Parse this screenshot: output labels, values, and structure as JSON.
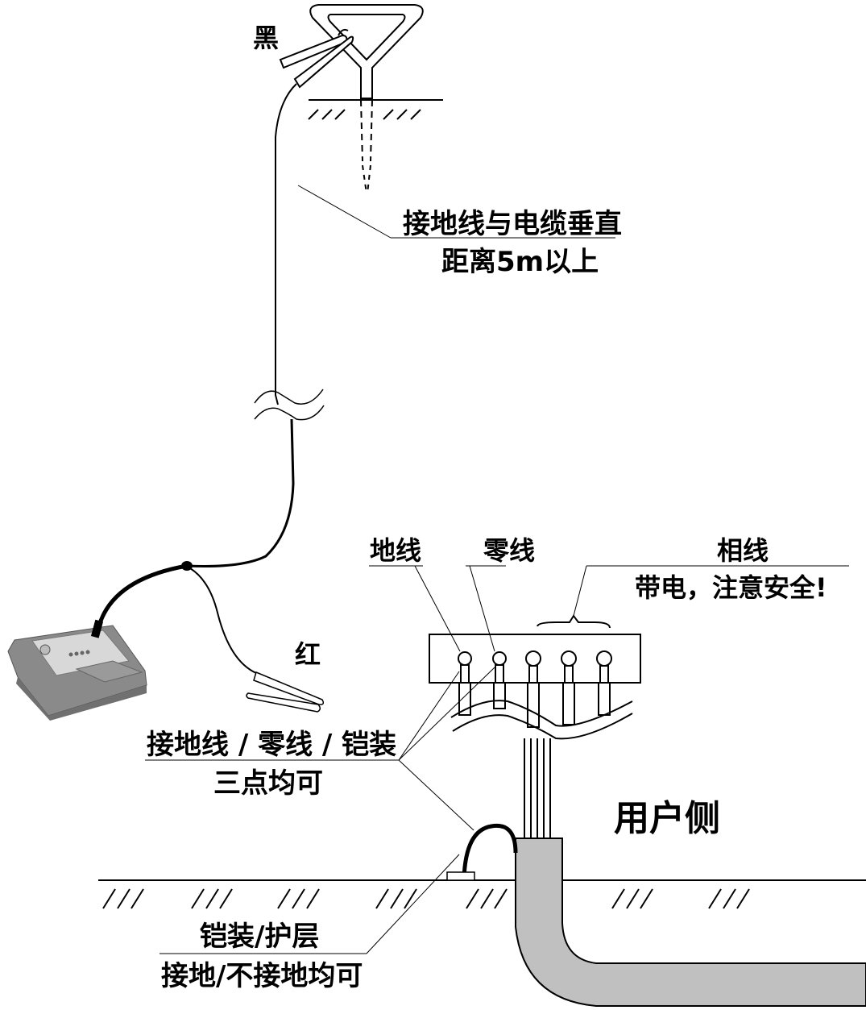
{
  "labels": {
    "black_clip": "黑",
    "red_clip": "红",
    "stake_note_line1": "接地线与电缆垂直",
    "stake_note_line2": "距离5m以上",
    "ground_wire": "地线",
    "neutral_wire": "零线",
    "phase_wire": "相线",
    "phase_warning": "带电，注意安全!",
    "clip_points_line1": "接地线 / 零线 / 铠装",
    "clip_points_line2": "三点均可",
    "user_side": "用户侧",
    "armor_line1": "铠装/护层",
    "armor_line2": "接地/不接地均可"
  },
  "colors": {
    "line": "#000000",
    "cable_fill": "#c0c0c0",
    "device_body": "#8a8a8a",
    "device_top": "#d8d8d8"
  }
}
